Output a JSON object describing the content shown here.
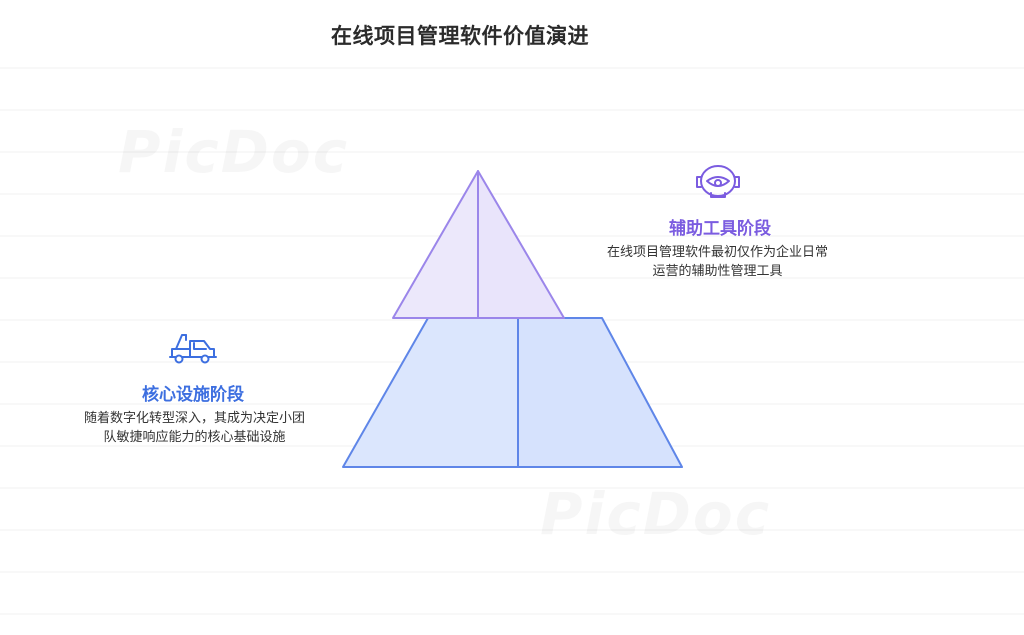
{
  "title": "在线项目管理软件价值演进",
  "watermark": "PicDoc",
  "colors": {
    "top_fill": "#ece8fb",
    "top_stroke": "#9b86ea",
    "bottom_fill": "#dbe6fd",
    "bottom_stroke": "#5f86e8",
    "top_title": "#7b5ce0",
    "bottom_title": "#3d6fe0"
  },
  "stages": [
    {
      "name": "辅助工具阶段",
      "desc_line1": "在线项目管理软件最初仅作为企业日常",
      "desc_line2": "运营的辅助性管理工具",
      "icon": "astronaut-helmet-icon"
    },
    {
      "name": "核心设施阶段",
      "desc_line1": "随着数字化转型深入，其成为决定小团",
      "desc_line2": "队敏捷响应能力的核心基础设施",
      "icon": "tow-truck-icon"
    }
  ]
}
